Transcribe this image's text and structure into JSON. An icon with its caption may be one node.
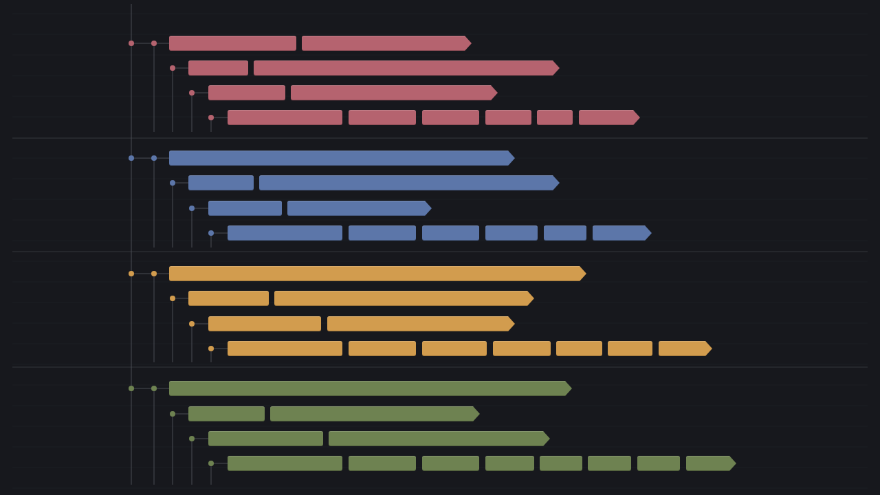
{
  "diagram": {
    "nodes": [
      {
        "text": [],
        "shape": "bar"
      },
      {
        "text": [],
        "shape": "arrow"
      },
      {
        "text": [],
        "shape": "bar"
      },
      {
        "text": [],
        "shape": "arrow"
      },
      {
        "text": [],
        "shape": "bar"
      },
      {
        "text": [],
        "shape": "arrow"
      },
      {
        "text": [],
        "shape": "bar"
      },
      {
        "text": [],
        "shape": "bar"
      },
      {
        "text": [],
        "shape": "bar"
      },
      {
        "text": [],
        "shape": "bar"
      },
      {
        "text": [],
        "shape": "bar"
      },
      {
        "text": [],
        "shape": "arrow"
      },
      {
        "text": [],
        "shape": "arrow"
      },
      {
        "text": [],
        "shape": "bar"
      },
      {
        "text": [],
        "shape": "arrow"
      },
      {
        "text": [],
        "shape": "bar"
      },
      {
        "text": [],
        "shape": "arrow"
      },
      {
        "text": [],
        "shape": "bar"
      },
      {
        "text": [],
        "shape": "bar"
      },
      {
        "text": [],
        "shape": "bar"
      },
      {
        "text": [],
        "shape": "bar"
      },
      {
        "text": [],
        "shape": "bar"
      },
      {
        "text": [],
        "shape": "arrow"
      },
      {
        "text": [],
        "shape": "arrow"
      },
      {
        "text": [],
        "shape": "bar"
      },
      {
        "text": [],
        "shape": "arrow"
      },
      {
        "text": [],
        "shape": "bar"
      },
      {
        "text": [],
        "shape": "arrow"
      },
      {
        "text": [],
        "shape": "bar"
      },
      {
        "text": [],
        "shape": "bar"
      },
      {
        "text": [],
        "shape": "bar"
      },
      {
        "text": [],
        "shape": "bar"
      },
      {
        "text": [],
        "shape": "bar"
      },
      {
        "text": [],
        "shape": "bar"
      },
      {
        "text": [],
        "shape": "arrow"
      },
      {
        "text": [],
        "shape": "arrow"
      },
      {
        "text": [],
        "shape": "bar"
      },
      {
        "text": [],
        "shape": "arrow"
      },
      {
        "text": [],
        "shape": "bar"
      },
      {
        "text": [],
        "shape": "arrow"
      },
      {
        "text": [],
        "shape": "bar"
      },
      {
        "text": [],
        "shape": "bar"
      },
      {
        "text": [],
        "shape": "bar"
      },
      {
        "text": [],
        "shape": "bar"
      },
      {
        "text": [],
        "shape": "bar"
      },
      {
        "text": [],
        "shape": "bar"
      },
      {
        "text": [],
        "shape": "bar"
      },
      {
        "text": [],
        "shape": "arrow"
      }
    ]
  }
}
